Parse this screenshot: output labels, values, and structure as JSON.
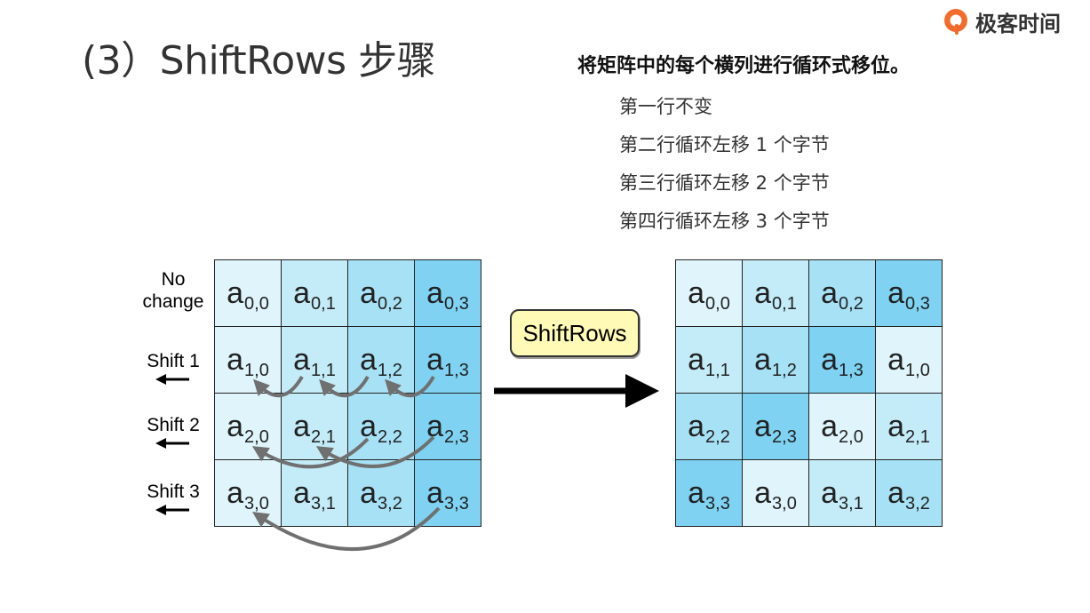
{
  "page": {
    "title": "(3）ShiftRows 步骤",
    "logo_text": "极客时间",
    "logo_icon": "geektime-logo-icon"
  },
  "description": {
    "heading": "将矩阵中的每个横列进行循环式移位。",
    "items": [
      "第一行不变",
      "第二行循环左移 1 个字节",
      "第三行循环左移 2 个字节",
      "第四行循环左移 3 个字节"
    ]
  },
  "row_labels": [
    {
      "text": "No change",
      "arrow": false
    },
    {
      "text": "Shift 1",
      "arrow": true
    },
    {
      "text": "Shift 2",
      "arrow": true
    },
    {
      "text": "Shift 3",
      "arrow": true
    }
  ],
  "operation_label": "ShiftRows",
  "colors": {
    "col0": "#dff4fb",
    "col1": "#c3ebf8",
    "col2": "#a7e1f6",
    "col3": "#7fd2f2",
    "box_fill": "#fffab5",
    "curve": "#707070"
  },
  "input_matrix": [
    [
      {
        "sym": "a",
        "sub": "0,0",
        "col": 0
      },
      {
        "sym": "a",
        "sub": "0,1",
        "col": 1
      },
      {
        "sym": "a",
        "sub": "0,2",
        "col": 2
      },
      {
        "sym": "a",
        "sub": "0,3",
        "col": 3
      }
    ],
    [
      {
        "sym": "a",
        "sub": "1,0",
        "col": 0
      },
      {
        "sym": "a",
        "sub": "1,1",
        "col": 1
      },
      {
        "sym": "a",
        "sub": "1,2",
        "col": 2
      },
      {
        "sym": "a",
        "sub": "1,3",
        "col": 3
      }
    ],
    [
      {
        "sym": "a",
        "sub": "2,0",
        "col": 0
      },
      {
        "sym": "a",
        "sub": "2,1",
        "col": 1
      },
      {
        "sym": "a",
        "sub": "2,2",
        "col": 2
      },
      {
        "sym": "a",
        "sub": "2,3",
        "col": 3
      }
    ],
    [
      {
        "sym": "a",
        "sub": "3,0",
        "col": 0
      },
      {
        "sym": "a",
        "sub": "3,1",
        "col": 1
      },
      {
        "sym": "a",
        "sub": "3,2",
        "col": 2
      },
      {
        "sym": "a",
        "sub": "3,3",
        "col": 3
      }
    ]
  ],
  "output_matrix": [
    [
      {
        "sym": "a",
        "sub": "0,0",
        "col": 0
      },
      {
        "sym": "a",
        "sub": "0,1",
        "col": 1
      },
      {
        "sym": "a",
        "sub": "0,2",
        "col": 2
      },
      {
        "sym": "a",
        "sub": "0,3",
        "col": 3
      }
    ],
    [
      {
        "sym": "a",
        "sub": "1,1",
        "col": 1
      },
      {
        "sym": "a",
        "sub": "1,2",
        "col": 2
      },
      {
        "sym": "a",
        "sub": "1,3",
        "col": 3
      },
      {
        "sym": "a",
        "sub": "1,0",
        "col": 0
      }
    ],
    [
      {
        "sym": "a",
        "sub": "2,2",
        "col": 2
      },
      {
        "sym": "a",
        "sub": "2,3",
        "col": 3
      },
      {
        "sym": "a",
        "sub": "2,0",
        "col": 0
      },
      {
        "sym": "a",
        "sub": "2,1",
        "col": 1
      }
    ],
    [
      {
        "sym": "a",
        "sub": "3,3",
        "col": 3
      },
      {
        "sym": "a",
        "sub": "3,0",
        "col": 0
      },
      {
        "sym": "a",
        "sub": "3,1",
        "col": 1
      },
      {
        "sym": "a",
        "sub": "3,2",
        "col": 2
      }
    ]
  ]
}
